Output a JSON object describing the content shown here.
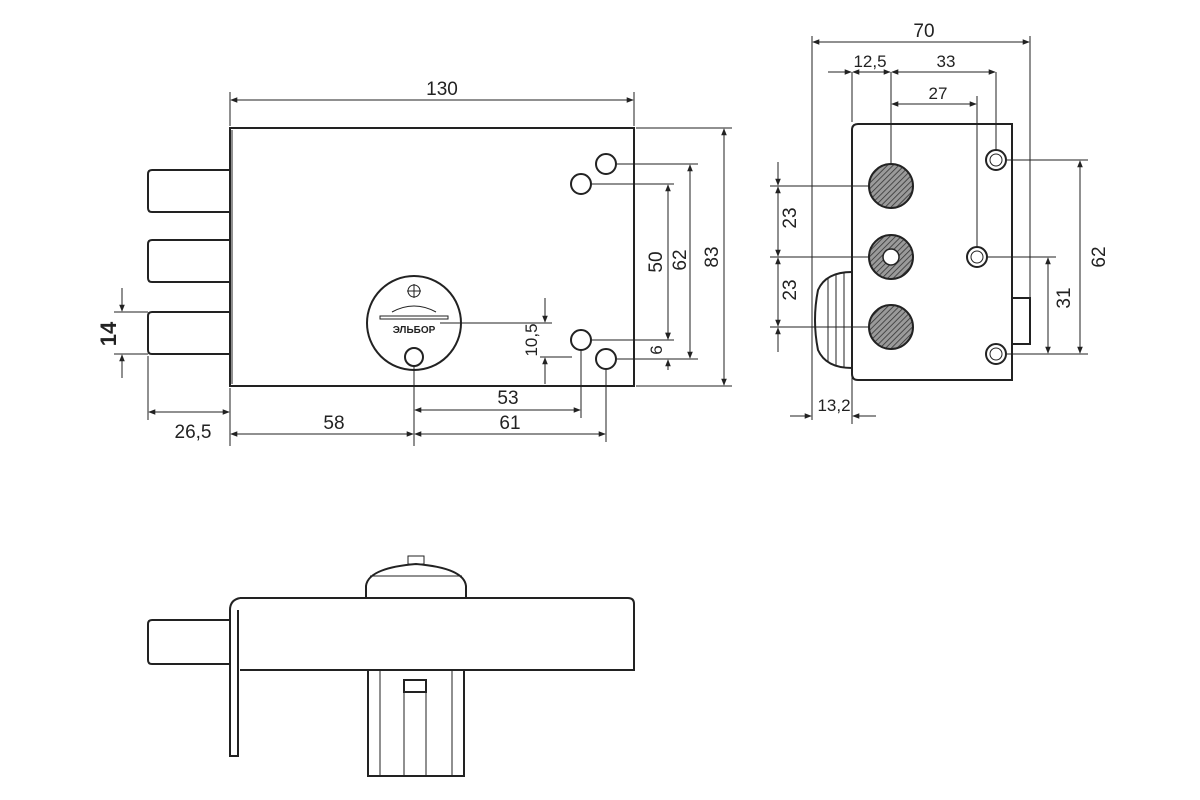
{
  "front_view": {
    "dims": {
      "width": "130",
      "height_total": "83",
      "hole_span_62": "62",
      "hole_span_50": "50",
      "offset_6": "6",
      "offset_10_5": "10,5",
      "offset_53": "53",
      "offset_58": "58",
      "offset_61": "61",
      "bolt_projection": "26,5",
      "bolt_diameter": "14"
    },
    "logo_text": "ЭЛЬБОР"
  },
  "side_view": {
    "dims": {
      "depth": "70",
      "offset_12_5": "12,5",
      "offset_33": "33",
      "offset_27": "27",
      "pitch_top": "23",
      "pitch_bottom": "23",
      "height_62": "62",
      "offset_31": "31",
      "cylinder_13_2": "13,2"
    }
  },
  "colors": {
    "line": "#222222",
    "hatch": "#555555",
    "background": "#ffffff"
  }
}
